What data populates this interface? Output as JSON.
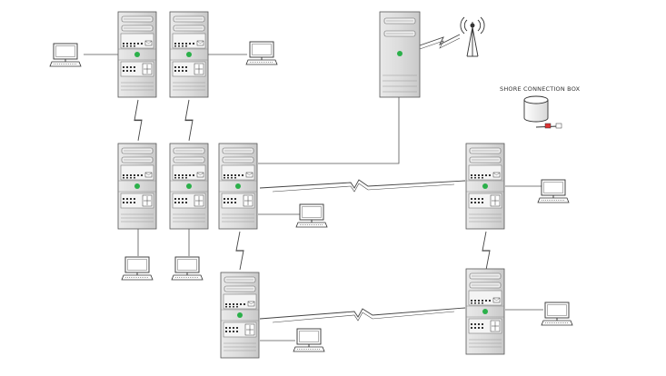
{
  "labels": {
    "shore_box": "SHORE CONNECTION BOX"
  },
  "nodes": {
    "servers": [
      "server-a1",
      "server-a2",
      "server-main",
      "server-b1",
      "server-b2",
      "server-b3",
      "server-right-1",
      "server-bottom-left",
      "server-right-2"
    ],
    "workstations": [
      "workstation-top-left",
      "workstation-top-right",
      "workstation-b1",
      "workstation-b2",
      "workstation-b3",
      "workstation-right-1",
      "workstation-bottom-left",
      "workstation-right-2"
    ]
  },
  "icons": {
    "antenna": "radio-antenna-icon",
    "shore_box": "cylinder-database-icon",
    "connector": "cable-plug-icon",
    "wireless": "lightning-link-icon"
  },
  "colors": {
    "server_body": "#d9d9d9",
    "status_led": "#2bb04a",
    "line": "#555555"
  }
}
